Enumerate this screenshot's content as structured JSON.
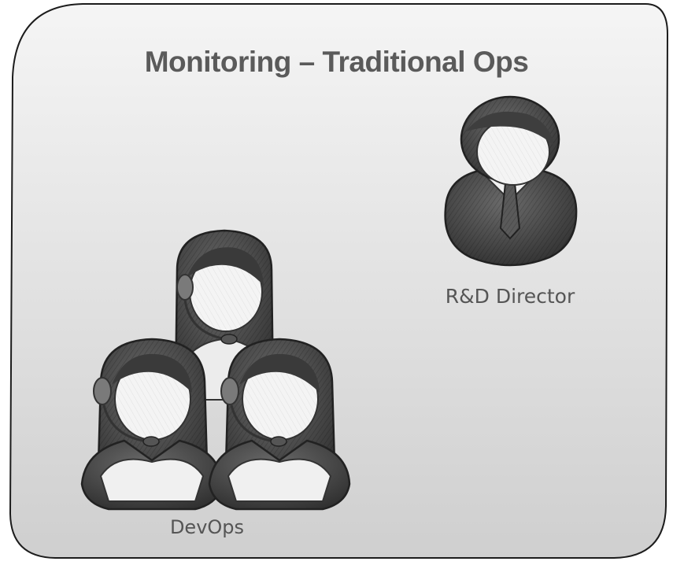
{
  "title": "Monitoring – Traditional Ops",
  "roles": {
    "director": {
      "label": "R&D Director",
      "icon": "manager-with-tie-icon"
    },
    "team": {
      "label": "DevOps",
      "icon": "support-agent-headset-icon"
    }
  },
  "colors": {
    "panel_top": "#f4f4f4",
    "panel_bottom": "#d2d2d2",
    "title": "#5a5a5a",
    "label": "#555555",
    "figure_dark": "#4a4a4a",
    "figure_face": "#f2f2f2"
  }
}
